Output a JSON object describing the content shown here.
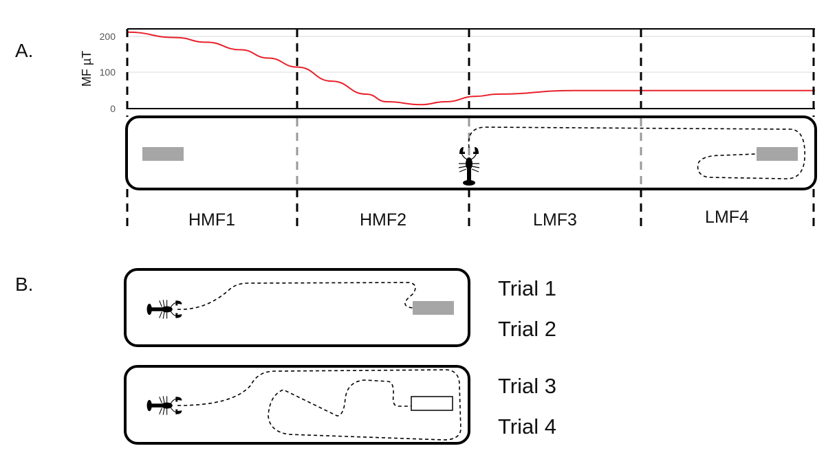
{
  "panel_a": {
    "label": "A.",
    "zones": [
      "HMF1",
      "HMF2",
      "LMF3",
      "LMF4"
    ]
  },
  "panel_b": {
    "label": "B.",
    "trials": [
      "Trial 1",
      "Trial 2",
      "Trial 3",
      "Trial 4"
    ]
  },
  "colors": {
    "curve": "#e8202a",
    "target": "#a6a6a6",
    "grid": "#d9d9d9"
  },
  "chart_data": {
    "type": "line",
    "title": "",
    "xlabel": "",
    "ylabel": "MF µT",
    "yticks": [
      "0",
      "100",
      "200"
    ],
    "ylim": [
      0,
      220
    ],
    "xlim": [
      0,
      4
    ],
    "grid": true,
    "series": [
      {
        "name": "MF",
        "x": [
          0,
          0.28,
          0.46,
          0.66,
          0.82,
          0.99,
          1.19,
          1.39,
          1.51,
          1.71,
          1.85,
          2.03,
          2.15,
          2.59,
          4.0
        ],
        "y": [
          212,
          197,
          184,
          163,
          140,
          115,
          76,
          40,
          19,
          11,
          19,
          34,
          40,
          50,
          50
        ]
      }
    ]
  }
}
